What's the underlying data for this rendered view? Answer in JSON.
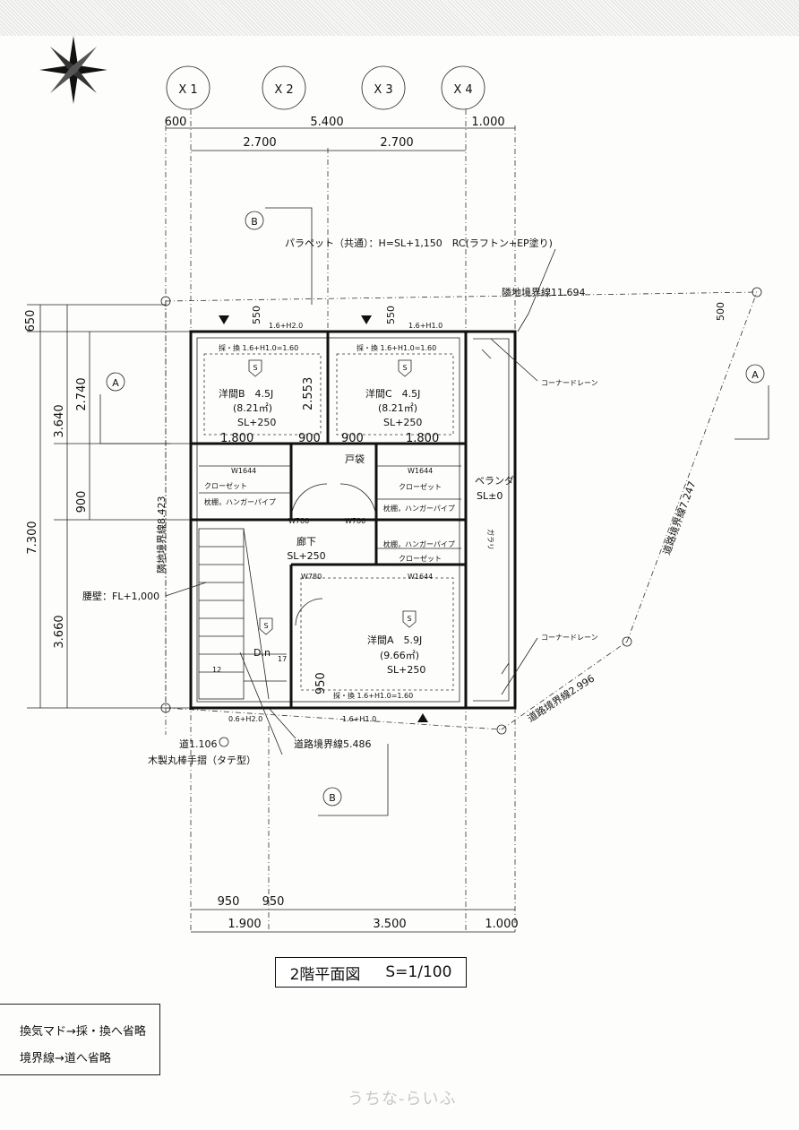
{
  "title": {
    "name": "2階平面図",
    "scale": "S=1/100"
  },
  "grid_labels": [
    "X 1",
    "X 2",
    "X 3",
    "X 4"
  ],
  "dims_top": {
    "left": "600",
    "middle": "5.400",
    "right": "1.000",
    "half1": "2.700",
    "half2": "2.700"
  },
  "dims_bottom": {
    "a": "950",
    "b": "950",
    "c": "1.900",
    "d": "3.500",
    "e": "1.000"
  },
  "dims_left": {
    "a": "650",
    "b": "2.740",
    "c": "3.640",
    "d": "7.300",
    "e": "900",
    "f": "3.660"
  },
  "section_markers": {
    "b": "B",
    "a": "A"
  },
  "notes": {
    "parapet": "パラペット（共通）：H=SL+1,150　RC(ラフトン+EP塗り)",
    "boundary_north": "隣地境界線11.694",
    "boundary_west": "隣地境界線8.423",
    "boundary_road_east": "道路境界線7.247",
    "boundary_road_south": "道路境界線5.486",
    "boundary_road_se": "道路境界線2.996",
    "road_small": "道1.106",
    "corner_drain": "コーナードレーン",
    "corner_drain2": "コーナードレーン",
    "waist_wall": "腰壁：FL+1,000",
    "handrail": "木製丸棒手摺（タテ型）",
    "offset_500": "500",
    "offset_550a": "550",
    "offset_550b": "550"
  },
  "rooms": {
    "b": {
      "name": "洋間B　4.5J",
      "area": "(8.21㎡)",
      "level": "SL+250",
      "window": "採・換 1.6+H1.0=1.60"
    },
    "c": {
      "name": "洋間C　4.5J",
      "area": "(8.21㎡)",
      "level": "SL+250",
      "window": "採・換 1.6+H1.0=1.60"
    },
    "a": {
      "name": "洋間A　5.9J",
      "area": "(9.66㎡)",
      "level": "SL+250",
      "window": "採・換 1.6+H1.0=1.60"
    },
    "hall": {
      "name": "廊下",
      "level": "SL+250"
    },
    "veranda": {
      "name": "ベランダ",
      "level": "SL±0"
    },
    "closet": "クローゼット",
    "shelf": "枕棚，ハンガーパイプ",
    "stairs_down": "D.n",
    "door_label": "戸袋",
    "garari": "ガラリ",
    "w1644a": "W1644",
    "w1644b": "W1644",
    "w1644c": "W1644",
    "w780a": "W780",
    "w780b": "W780",
    "w780c": "W780",
    "dim_1800a": "1.800",
    "dim_900a": "900",
    "dim_900b": "900",
    "dim_1800b": "1.800",
    "dim_2553": "2.553",
    "dim_950": "950",
    "win_b": "1.6+H2.0",
    "win_c": "1.6+H1.0",
    "win_bottom_left": "0.6+H2.0",
    "win_bottom_mid": "1.6+H1.0",
    "stair_12": "12",
    "stair_17": "17"
  },
  "footer_notes": [
    "換気マド→採・換へ省略",
    "境界線→道へ省略"
  ],
  "watermark": "うちな-らいふ"
}
